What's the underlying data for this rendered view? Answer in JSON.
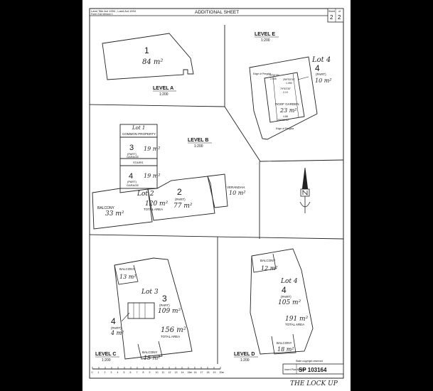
{
  "header": {
    "acts": "Land Title Act 1994 ; Land Act 1994",
    "form": "Form 21A Version 1",
    "title": "ADDITIONAL SHEET",
    "sheet_label": "Sheet",
    "sheet_no": "2",
    "sheet_of": "of",
    "sheet_total": "2"
  },
  "level_a": {
    "label": "LEVEL A",
    "scale": "1:200",
    "lot": "1",
    "area": "84 m²"
  },
  "level_e": {
    "label": "LEVEL E",
    "scale": "1:200",
    "lot": "4",
    "part": "(PART)",
    "area": "10 m²",
    "roof_label": "ROOF GARDEN",
    "roof_area": "23 m²",
    "bearing_1": "79°53'30\"",
    "dist_1": "2.505",
    "bearing_2": "259°53'30\"",
    "dist_2": "1.050",
    "bearing_3": "79°53'30\"",
    "dist_3": "2.10",
    "bearing_4": "259°53'30\"",
    "dist_4": "4.88",
    "pergola_1": "Edge of Pergola",
    "pergola_2": "Edge of Pergola",
    "handwritten": "Lot 4"
  },
  "level_b": {
    "label": "LEVEL B",
    "scale": "1:200",
    "handwritten_1": "Lot 1",
    "common_property": "COMMON PROPERTY",
    "lot3": "3",
    "lot3_part": "(PART)",
    "lot3_sub": "GARAGE",
    "lot3_area": "19 m²",
    "stairs": "STAIRS",
    "lot4": "4",
    "lot4_part": "(PART)",
    "lot4_sub": "GARAGE",
    "lot4_area": "19 m²",
    "balcony": "BALCONY",
    "balcony_area": "33 m²",
    "handwritten_2": "Lot 2",
    "total": "120 m²",
    "total_label": "TOTAL AREA",
    "lot2": "2",
    "lot2_part": "(PART)",
    "lot2_area": "77 m²",
    "verandah": "VERANDAH",
    "verandah_area": "10 m²"
  },
  "level_c": {
    "label": "LEVEL C",
    "scale": "1:200",
    "balcony_top": "BALCONY",
    "balcony_top_area": "13 m²",
    "handwritten": "Lot 3",
    "lot3": "3",
    "lot3_part": "(PART)",
    "lot3_area": "109 m²",
    "lot4": "4",
    "lot4_part": "(PART)",
    "lot4_area": "4 m²",
    "total": "156 m²",
    "total_label": "TOTAL AREA",
    "balcony_bot": "BALCONY",
    "balcony_bot_area": "15 m²"
  },
  "level_d": {
    "label": "LEVEL D",
    "scale": "1:200",
    "balcony_top": "BALCONY",
    "balcony_top_area": "12 m²",
    "handwritten": "Lot 4",
    "lot4": "4",
    "lot4_part": "(PART)",
    "lot4_area": "105 m²",
    "total": "191 m²",
    "total_label": "TOTAL AREA",
    "balcony_bot": "BALCONY",
    "balcony_bot_area": "18 m²"
  },
  "footer": {
    "scale_ticks": [
      "0",
      "1",
      "2",
      "3",
      "4",
      "5",
      "6",
      "7",
      "8",
      "9",
      "10",
      "11",
      "12",
      "13",
      "14",
      "15m",
      "16",
      "17",
      "18",
      "19",
      "20m"
    ],
    "copyright": "State copyright reserved",
    "plan_label": "Insert Plan Number",
    "plan_no": "SP 103164",
    "handwritten": "THE LOCK UP"
  }
}
